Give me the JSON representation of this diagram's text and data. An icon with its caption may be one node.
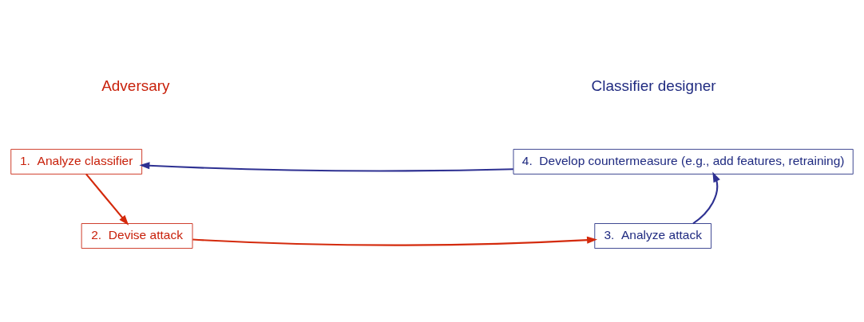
{
  "diagram": {
    "nodes": [
      {
        "text": [
          "1.  Analyze classifier"
        ]
      },
      {
        "text": [
          "2.  Devise attack"
        ]
      },
      {
        "text": [
          "3.  Analyze attack"
        ]
      },
      {
        "text": [
          "4.  Develop countermeasure (e.g., add features, retraining)"
        ]
      }
    ],
    "edges": [
      {
        "from": 0,
        "to": 1,
        "arrow": "to",
        "color": "#d42a0c"
      },
      {
        "from": 1,
        "to": 2,
        "arrow": "to",
        "color": "#d42a0c"
      },
      {
        "from": 2,
        "to": 3,
        "arrow": "to",
        "color": "#2e3192"
      },
      {
        "from": 3,
        "to": 0,
        "arrow": "to",
        "color": "#2e3192"
      }
    ],
    "labels": [
      "Adversary",
      "Classifier designer"
    ]
  }
}
